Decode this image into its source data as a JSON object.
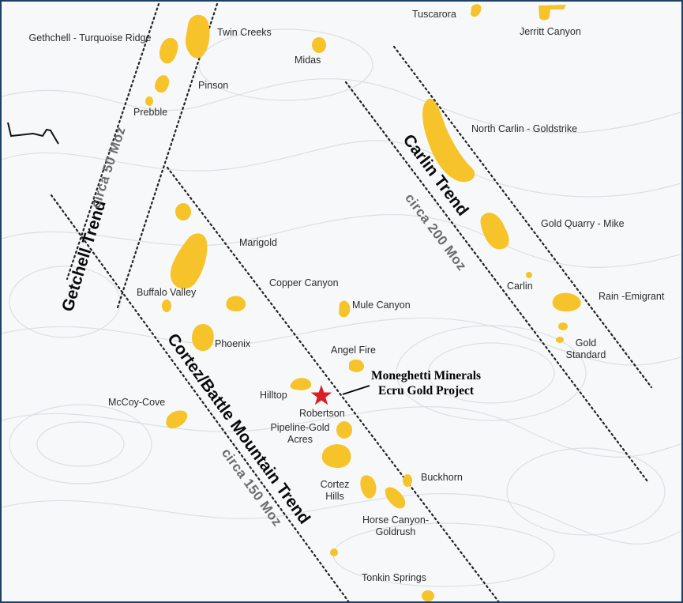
{
  "colors": {
    "deposit": "#f6c42a",
    "star": "#d91e26",
    "border": "#1e3f66",
    "trend_line": "#222222",
    "contour": "#dcdfe3"
  },
  "deposits": [
    {
      "name": "Gethchell - Turquoise Ridge"
    },
    {
      "name": "Twin Creeks"
    },
    {
      "name": "Midas"
    },
    {
      "name": "Pinson"
    },
    {
      "name": "Prebble"
    },
    {
      "name": "Tuscarora"
    },
    {
      "name": "Jerritt Canyon"
    },
    {
      "name": "North Carlin - Goldstrike"
    },
    {
      "name": "Gold Quarry - Mike"
    },
    {
      "name": "Carlin"
    },
    {
      "name": "Rain -Emigrant"
    },
    {
      "name": "Gold Standard"
    },
    {
      "name": "Marigold"
    },
    {
      "name": "Copper Canyon"
    },
    {
      "name": "Mule Canyon"
    },
    {
      "name": "Buffalo Valley"
    },
    {
      "name": "Phoenix"
    },
    {
      "name": "Angel Fire"
    },
    {
      "name": "Hilltop"
    },
    {
      "name": "Robertson"
    },
    {
      "name": "McCoy-Cove"
    },
    {
      "name": "Pipeline-Gold Acres"
    },
    {
      "name": "Buckhorn"
    },
    {
      "name": "Cortez Hills"
    },
    {
      "name": "Horse Canyon-Goldrush"
    },
    {
      "name": "Tonkin Springs"
    }
  ],
  "trends": [
    {
      "name": "Getchell Trend",
      "size": "circa 50 Moz"
    },
    {
      "name": "Carlin Trend",
      "size": "circa 200 Moz"
    },
    {
      "name": "Cortez/Battle Mountain Trend",
      "size": "circa 150 Moz"
    }
  ],
  "project": {
    "line1": "Moneghetti Minerals",
    "line2": "Ecru Gold Project"
  }
}
